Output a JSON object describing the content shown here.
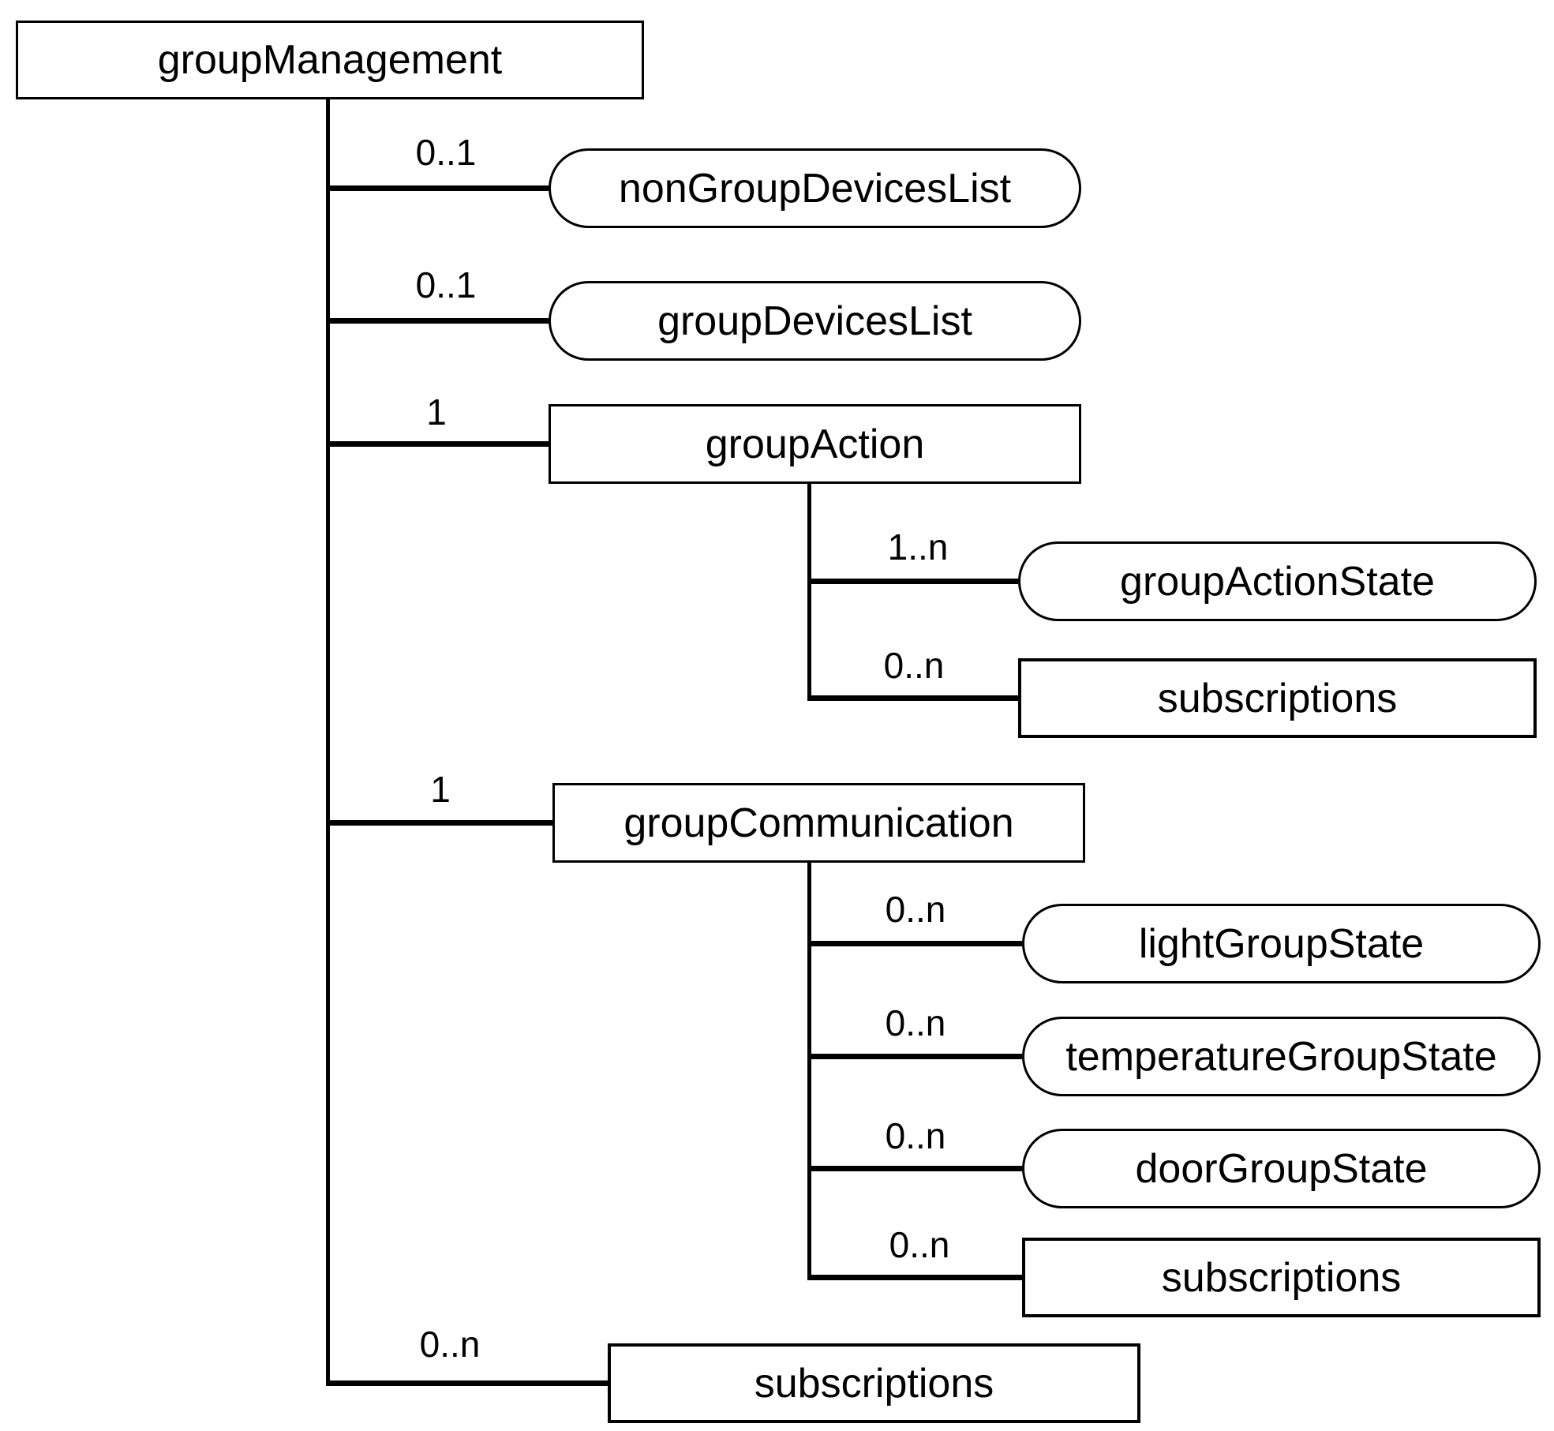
{
  "diagram": {
    "root": {
      "label": "groupManagement"
    },
    "children": [
      {
        "card": "0..1",
        "label": "nonGroupDevicesList",
        "shape": "stadium"
      },
      {
        "card": "0..1",
        "label": "groupDevicesList",
        "shape": "stadium"
      },
      {
        "card": "1",
        "label": "groupAction",
        "shape": "rect",
        "children": [
          {
            "card": "1..n",
            "label": "groupActionState",
            "shape": "stadium"
          },
          {
            "card": "0..n",
            "label": "subscriptions",
            "shape": "rect"
          }
        ]
      },
      {
        "card": "1",
        "label": "groupCommunication",
        "shape": "rect",
        "children": [
          {
            "card": "0..n",
            "label": "lightGroupState",
            "shape": "stadium"
          },
          {
            "card": "0..n",
            "label": "temperatureGroupState",
            "shape": "stadium"
          },
          {
            "card": "0..n",
            "label": "doorGroupState",
            "shape": "stadium"
          },
          {
            "card": "0..n",
            "label": "subscriptions",
            "shape": "rect"
          }
        ]
      },
      {
        "card": "0..n",
        "label": "subscriptions",
        "shape": "rect"
      }
    ]
  }
}
